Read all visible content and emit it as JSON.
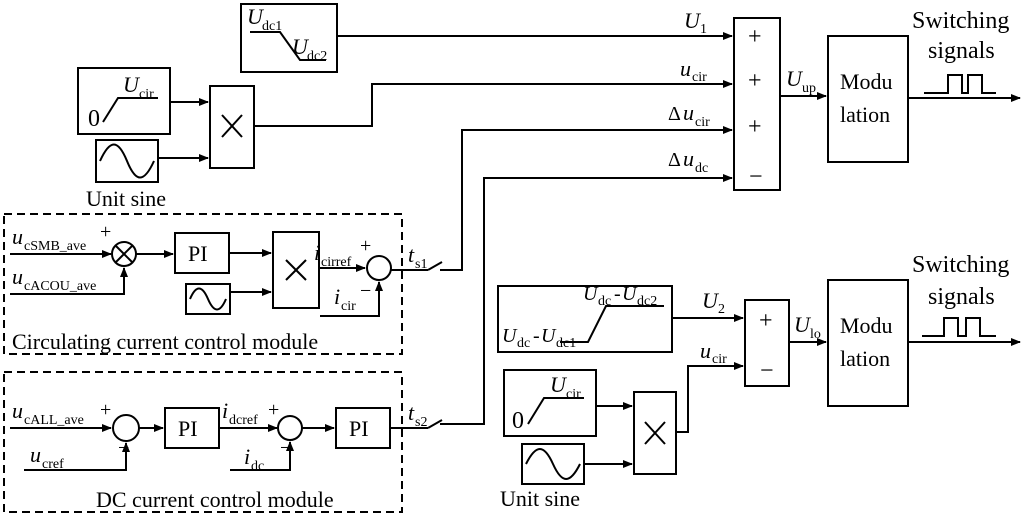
{
  "colors": {
    "stroke": "#000000",
    "background": "#ffffff"
  },
  "upper_arm": {
    "profile_block": {
      "top_label": "U",
      "top_sub": "dc1",
      "bottom_label": "U",
      "bottom_sub": "dc2"
    },
    "circ_ramp": {
      "zero": "0",
      "label": "U",
      "sub": "cir"
    },
    "unit_sine": "Unit sine",
    "signal_U1": {
      "label": "U",
      "sub": "1"
    },
    "signal_ucir": {
      "label": "u",
      "sub": "cir"
    },
    "signal_delta_ucir": {
      "prefix": "Δ",
      "label": "u",
      "sub": "cir"
    },
    "signal_delta_udc": {
      "prefix": "Δ",
      "label": "u",
      "sub": "dc"
    },
    "summer_signs": [
      "+",
      "+",
      "+",
      "−"
    ],
    "output": {
      "label": "U",
      "sub": "up"
    },
    "modulation": [
      "Modu",
      "lation"
    ],
    "switching": [
      "Switching",
      "signals"
    ]
  },
  "circ_module": {
    "title": "Circulating current control module",
    "in1": {
      "label": "u",
      "sub": "cSMB_ave"
    },
    "in2": {
      "label": "u",
      "sub": "cACOU_ave"
    },
    "pi": "PI",
    "iref": {
      "label": "i",
      "sub": "cirref"
    },
    "ifb": {
      "label": "i",
      "sub": "cir"
    },
    "switch": {
      "label": "t",
      "sub": "s1"
    }
  },
  "dc_module": {
    "title": "DC current control module",
    "in1": {
      "label": "u",
      "sub": "cALL_ave"
    },
    "in2": {
      "label": "u",
      "sub": "cref"
    },
    "pi1": "PI",
    "pi2": "PI",
    "iref": {
      "label": "i",
      "sub": "dcref"
    },
    "ifb": {
      "label": "i",
      "sub": "dc"
    },
    "switch": {
      "label": "t",
      "sub": "s2"
    }
  },
  "lower_arm": {
    "profile_block": {
      "left": "U",
      "left_sub1": "dc",
      "left_mid": "-",
      "left_u": "U",
      "left_sub2": "dc1",
      "right": "U",
      "right_sub1": "dc",
      "right_mid": "-",
      "right_u": "U",
      "right_sub2": "dc2"
    },
    "signal_U2": {
      "label": "U",
      "sub": "2"
    },
    "signal_ucir": {
      "label": "u",
      "sub": "cir"
    },
    "circ_ramp": {
      "zero": "0",
      "label": "U",
      "sub": "cir"
    },
    "unit_sine": "Unit sine",
    "summer_signs": [
      "+",
      "−"
    ],
    "output": {
      "label": "U",
      "sub": "lo"
    },
    "modulation": [
      "Modu",
      "lation"
    ],
    "switching": [
      "Switching",
      "signals"
    ]
  }
}
